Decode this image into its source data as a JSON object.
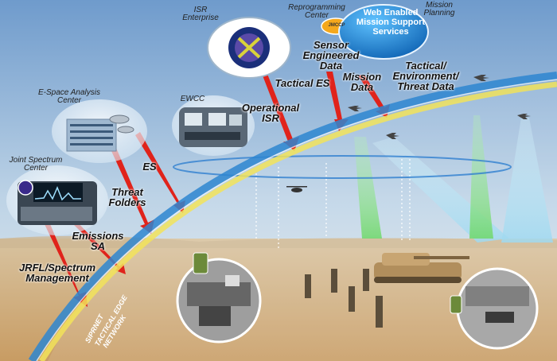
{
  "colors": {
    "sky_top": "#5d8fc4",
    "sky_bottom": "#dde9f1",
    "ground": "#d9b98a",
    "arrow_red": "#e0231b",
    "hub_blue": "#1f8fe0",
    "arc_blue": "#2e86d0",
    "arc_yellow": "#f2e35a",
    "beam_blue": "#bfe6f5",
    "beam_green": "#8fe38a"
  },
  "nodes": {
    "isr_enterprise": "ISR\nEnterprise",
    "reprogramming_center": "Reprogramming\nCenter",
    "mission_planning": "Mission\nPlanning",
    "e_space_analysis_center": "E-Space Analysis\nCenter",
    "ewcc": "EWCC",
    "joint_spectrum_center": "Joint Spectrum\nCenter",
    "hub": "Web Enabled\nMission Support\nServices",
    "jmcc_badge": "JMCCP"
  },
  "flows": {
    "sensor_engineered_data": "Sensor\nEngineered\nData",
    "tactical_es": "Tactical ES",
    "mission_data": "Mission\nData",
    "tactical_environment_threat_data": "Tactical/\nEnvironment/\nThreat Data",
    "operational_isr": "Operational\nISR",
    "es": "ES",
    "threat_folders": "Threat\nFolders",
    "emissions_sa": "Emissions\nSA",
    "jrfl_spectrum_management": "JRFL/Spectrum\nManagement"
  },
  "network": {
    "siprnet": "SIPRNET",
    "tactical_edge": "TACTICAL EDGE",
    "network": "NETWORK"
  }
}
